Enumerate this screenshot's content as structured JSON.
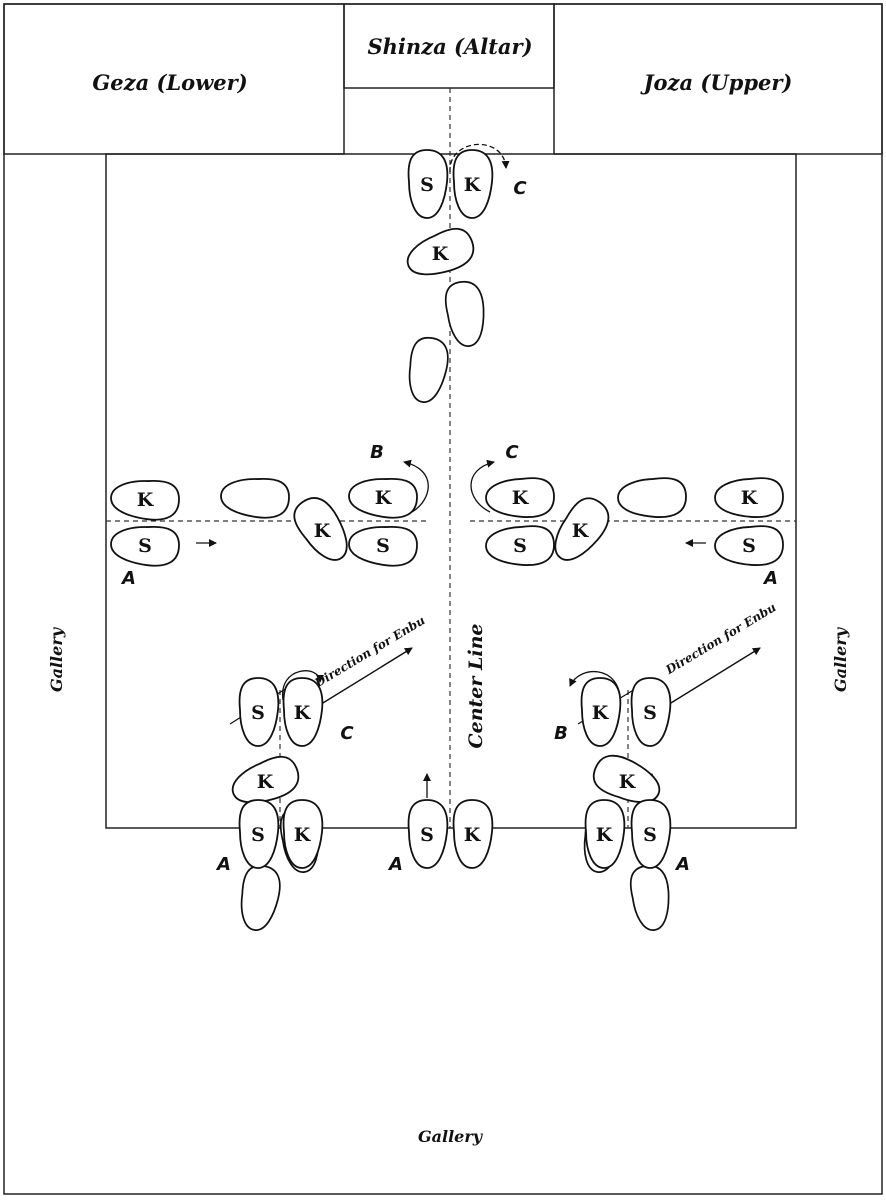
{
  "labels": {
    "geza": "Geza (Lower)",
    "shinza": "Shinza (Altar)",
    "joza": "Joza (Upper)",
    "gallery_left": "Gallery",
    "gallery_right": "Gallery",
    "gallery_bottom": "Gallery",
    "center_line": "Center Line",
    "direction_left": "Direction for Enbu",
    "direction_right": "Direction for Enbu"
  },
  "marks": {
    "s": "S",
    "k": "K",
    "a": "A",
    "b": "B",
    "c": "C"
  },
  "colors": {
    "ink": "#111111",
    "background": "#ffffff"
  }
}
